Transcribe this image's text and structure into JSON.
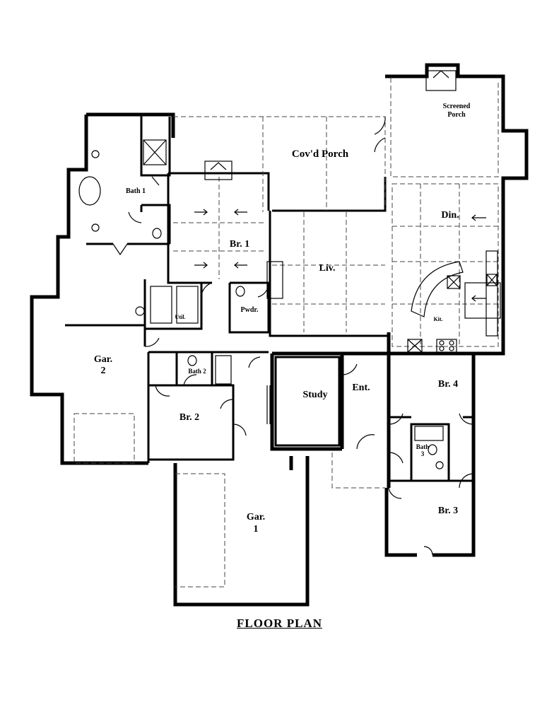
{
  "plan_title": "FLOOR PLAN",
  "rooms": {
    "screened_porch_line1": "Screened",
    "screened_porch_line2": "Porch",
    "covd_porch": "Cov'd Porch",
    "bath1": "Bath 1",
    "br1": "Br. 1",
    "din": "Din.",
    "liv": "Liv.",
    "util": "Util.",
    "pwdr": "Pwdr.",
    "kit": "Kit.",
    "gar2_line1": "Gar.",
    "gar2_line2": "2",
    "bath2": "Bath 2",
    "study": "Study",
    "ent": "Ent.",
    "br4": "Br. 4",
    "br2": "Br. 2",
    "bath3_line1": "Bath",
    "bath3_line2": "3",
    "br3": "Br. 3",
    "gar1_line1": "Gar.",
    "gar1_line2": "1"
  }
}
